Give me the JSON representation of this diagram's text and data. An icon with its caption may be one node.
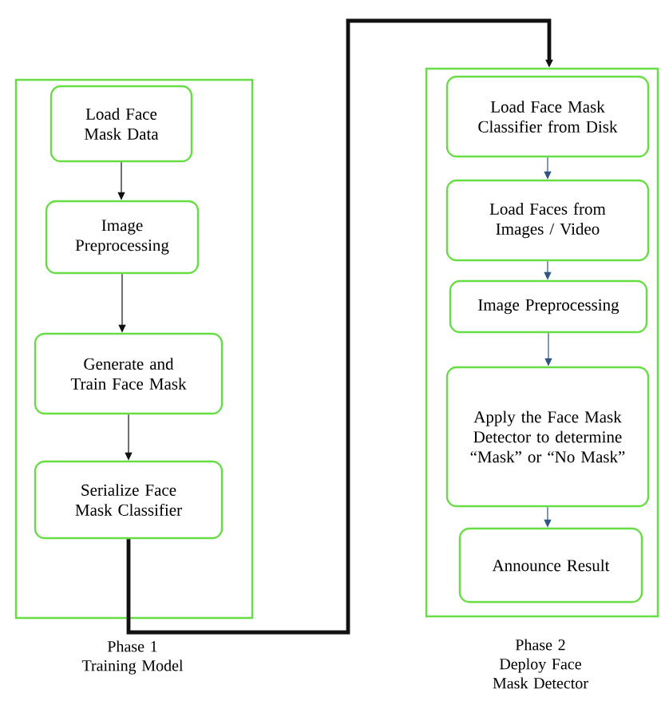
{
  "diagram": {
    "nodes": [
      {
        "text": [
          "Phase 1 Training Model"
        ]
      },
      {
        "text": [
          "Load Face Mask Data"
        ],
        "in": 0
      },
      {
        "text": [
          "Image Preprocessing"
        ],
        "in": 0
      },
      {
        "text": [
          "Generate and Train Face Mask"
        ],
        "in": 0
      },
      {
        "text": [
          "Serialize Face Mask Classifier"
        ],
        "in": 0
      },
      {
        "text": [
          "Phase 2 Deploy Face Mask Detector"
        ]
      },
      {
        "text": [
          "Load Face Mask Classifier from Disk"
        ],
        "in": 5
      },
      {
        "text": [
          "Load Faces from Images / Video"
        ],
        "in": 5
      },
      {
        "text": [
          "Image Preprocessing"
        ],
        "in": 5
      },
      {
        "text": [
          "Apply the Face Mask Detector to determine “Mask” or “No Mask”"
        ],
        "in": 5
      },
      {
        "text": [
          "Announce Result"
        ],
        "in": 5
      }
    ],
    "edges": [
      {
        "from": 1,
        "to": 2,
        "arrow": "to",
        "color": "#111111"
      },
      {
        "from": 2,
        "to": 3,
        "arrow": "to",
        "color": "#111111"
      },
      {
        "from": 3,
        "to": 4,
        "arrow": "to",
        "color": "#111111"
      },
      {
        "from": 4,
        "to": 5,
        "arrow": "to",
        "style": "thick",
        "color": "#111111"
      },
      {
        "from": 6,
        "to": 7,
        "arrow": "to",
        "color": "#2f5583"
      },
      {
        "from": 7,
        "to": 8,
        "arrow": "to",
        "color": "#2f5583"
      },
      {
        "from": 8,
        "to": 9,
        "arrow": "to",
        "color": "#2f5583"
      },
      {
        "from": 9,
        "to": 10,
        "arrow": "to",
        "color": "#2f5583"
      }
    ]
  }
}
